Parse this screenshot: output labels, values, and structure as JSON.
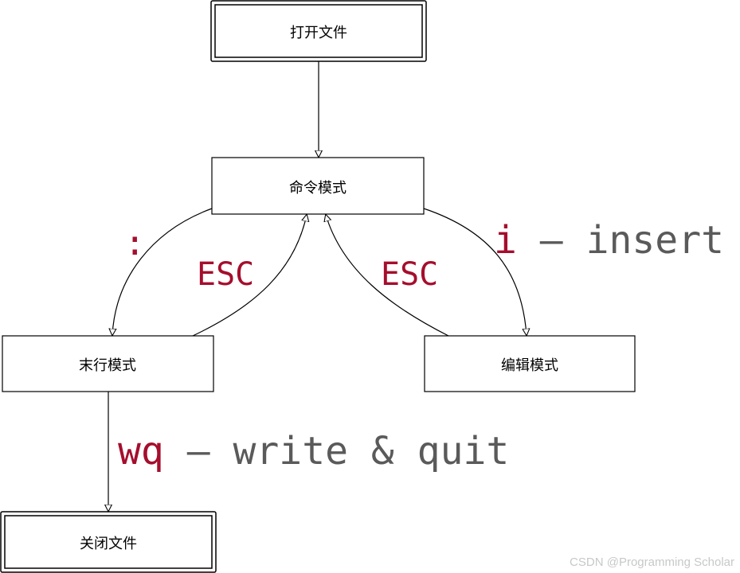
{
  "nodes": {
    "open_file": "打开文件",
    "command_mode": "命令模式",
    "last_line_mode": "末行模式",
    "edit_mode": "编辑模式",
    "close_file": "关闭文件"
  },
  "edges": {
    "colon": {
      "key": ":"
    },
    "esc_left": {
      "key": "ESC"
    },
    "esc_right": {
      "key": "ESC"
    },
    "insert": {
      "key": "i",
      "desc": " – insert"
    },
    "write_quit": {
      "key": "wq",
      "desc": " – write & quit"
    }
  },
  "colors": {
    "key": "#a50e2d",
    "desc": "#5a5a5a",
    "stroke": "#000000",
    "watermark": "#c8c8c8"
  },
  "watermark": "CSDN @Programming Scholar"
}
